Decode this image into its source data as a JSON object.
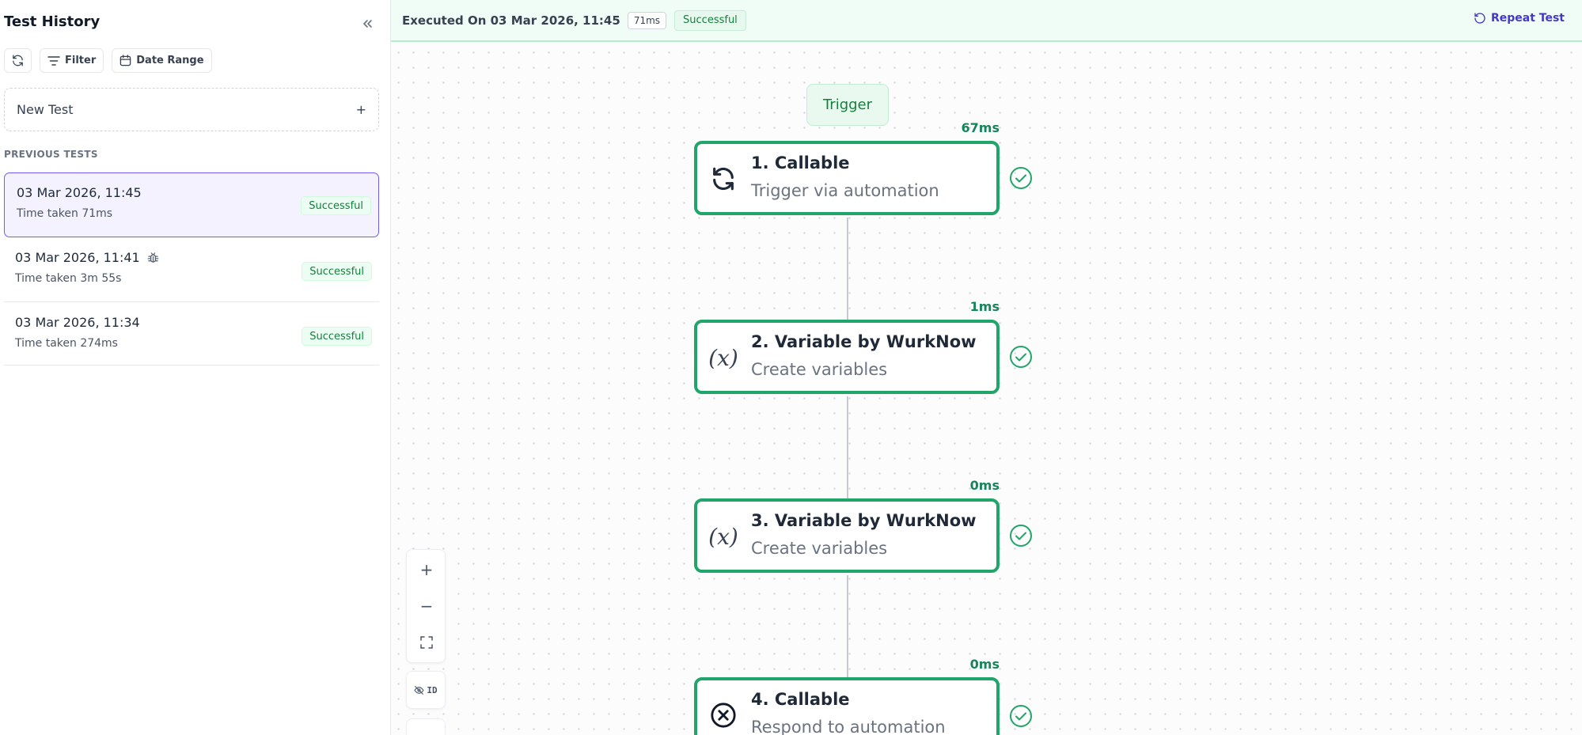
{
  "sidebar": {
    "title": "Test History",
    "toolbar": {
      "filter_label": "Filter",
      "date_range_label": "Date Range"
    },
    "new_test_label": "New Test",
    "new_test_plus": "+",
    "section_label": "PREVIOUS TESTS",
    "tests": [
      {
        "date": "03 Mar 2026, 11:45",
        "time_taken": "Time taken 71ms",
        "status": "Successful",
        "selected": true,
        "has_bug_icon": false
      },
      {
        "date": "03 Mar 2026, 11:41",
        "time_taken": "Time taken 3m 55s",
        "status": "Successful",
        "selected": false,
        "has_bug_icon": true
      },
      {
        "date": "03 Mar 2026, 11:34",
        "time_taken": "Time taken 274ms",
        "status": "Successful",
        "selected": false,
        "has_bug_icon": false
      }
    ]
  },
  "topbar": {
    "executed_label": "Executed On 03 Mar 2026, 11:45",
    "duration": "71ms",
    "status": "Successful",
    "repeat_label": "Repeat Test"
  },
  "canvas": {
    "trigger_label": "Trigger",
    "nodes": [
      {
        "title": "1. Callable",
        "subtitle": "Trigger via automation",
        "duration": "67ms",
        "icon": "refresh-icon"
      },
      {
        "title": "2. Variable by WurkNow",
        "subtitle": "Create variables",
        "duration": "1ms",
        "icon": "variable-icon"
      },
      {
        "title": "3. Variable by WurkNow",
        "subtitle": "Create variables",
        "duration": "0ms",
        "icon": "variable-icon"
      },
      {
        "title": "4. Callable",
        "subtitle": "Respond to automation",
        "duration": "0ms",
        "icon": "close-circle-icon"
      }
    ],
    "controls": {
      "zoom_in": "+",
      "zoom_out": "−",
      "id_toggle": "ID"
    }
  },
  "colors": {
    "success_green": "#21a56a",
    "accent_purple": "#6d5dfc",
    "link_indigo": "#4338ca"
  }
}
